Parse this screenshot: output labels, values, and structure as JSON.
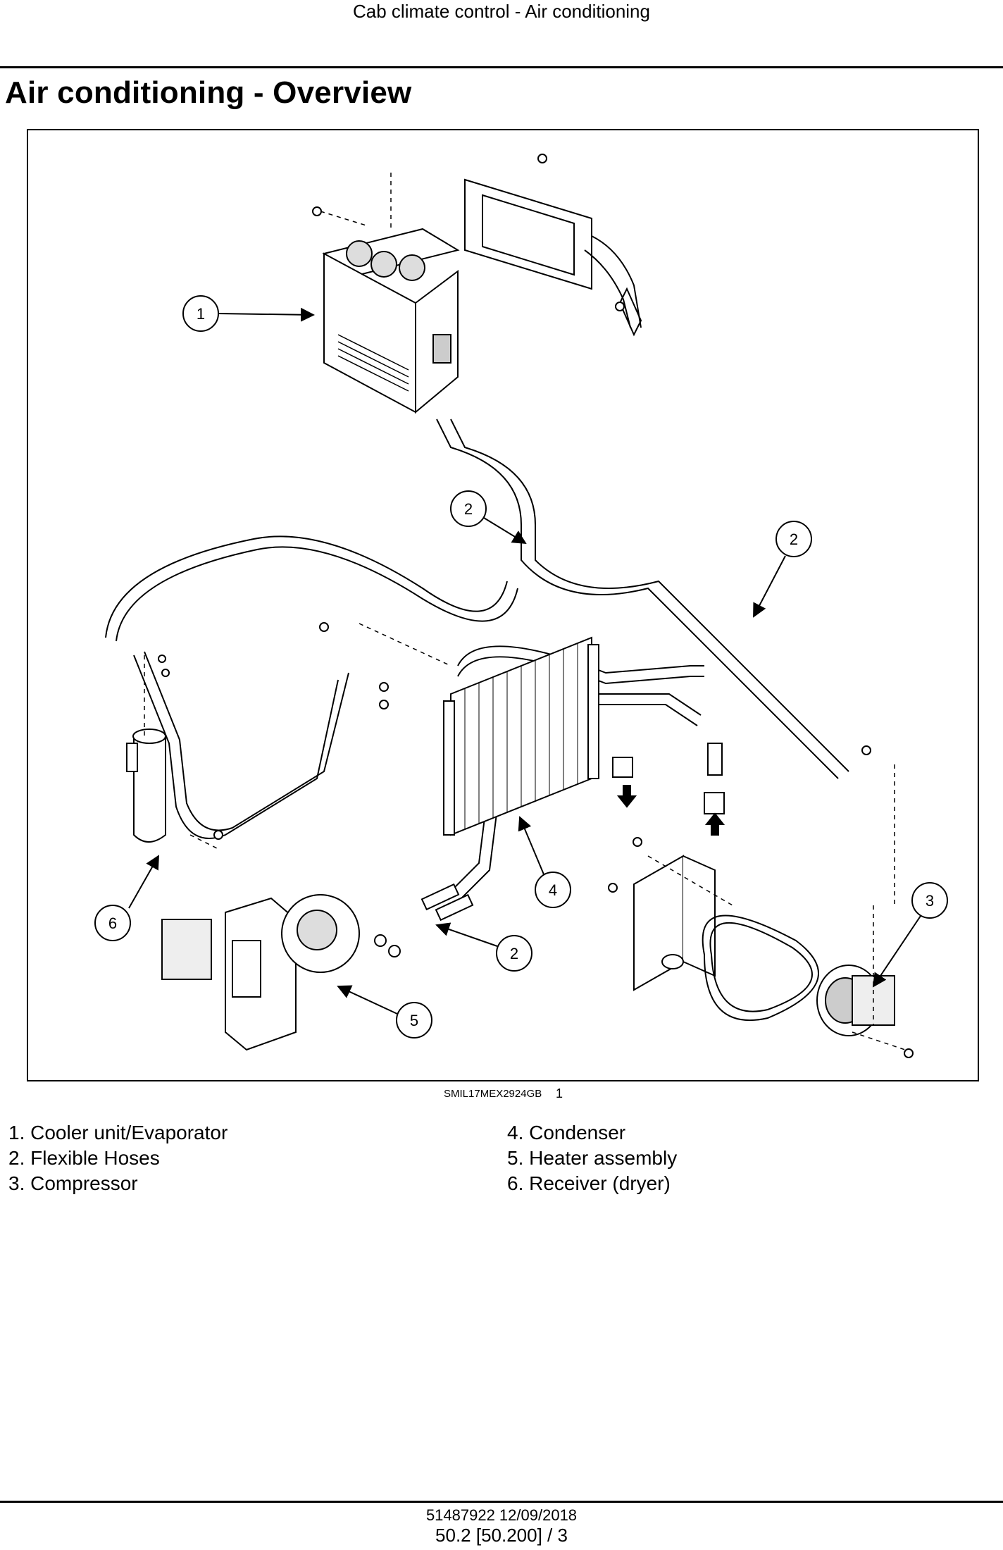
{
  "header": {
    "section_title": "Cab climate control - Air conditioning"
  },
  "page": {
    "title": "Air conditioning - Overview"
  },
  "figure": {
    "code": "SMIL17MEX2924GB",
    "number": "1",
    "callouts": [
      "1",
      "2",
      "2",
      "2",
      "3",
      "4",
      "5",
      "6"
    ]
  },
  "legend": [
    {
      "label": "1.  Cooler unit/Evaporator"
    },
    {
      "label": "2.  Flexible Hoses"
    },
    {
      "label": "3.  Compressor"
    },
    {
      "label": "4.  Condenser"
    },
    {
      "label": "5.  Heater assembly"
    },
    {
      "label": "6.  Receiver (dryer)"
    }
  ],
  "footer": {
    "doc_id": "51487922 12/09/2018",
    "page_ref": "50.2 [50.200] / 3"
  }
}
